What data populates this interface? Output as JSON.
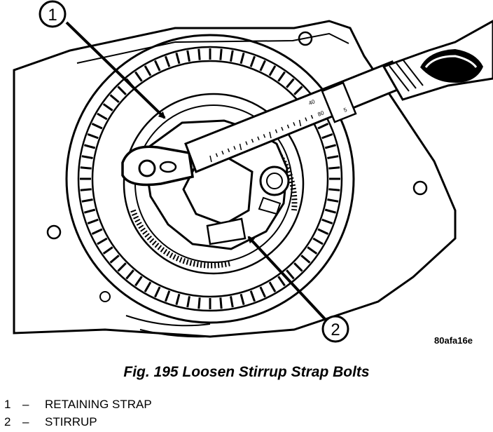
{
  "figure": {
    "callouts": [
      {
        "number": "1"
      },
      {
        "number": "2"
      }
    ],
    "reference_code": "80afa16e",
    "wrench_scale_marks": [
      "40",
      "80",
      "5"
    ]
  },
  "caption": "Fig. 195 Loosen Stirrup Strap Bolts",
  "legend": [
    {
      "number": "1",
      "dash": "–",
      "label": "RETAINING STRAP"
    },
    {
      "number": "2",
      "dash": "–",
      "label": "STIRRUP"
    }
  ]
}
